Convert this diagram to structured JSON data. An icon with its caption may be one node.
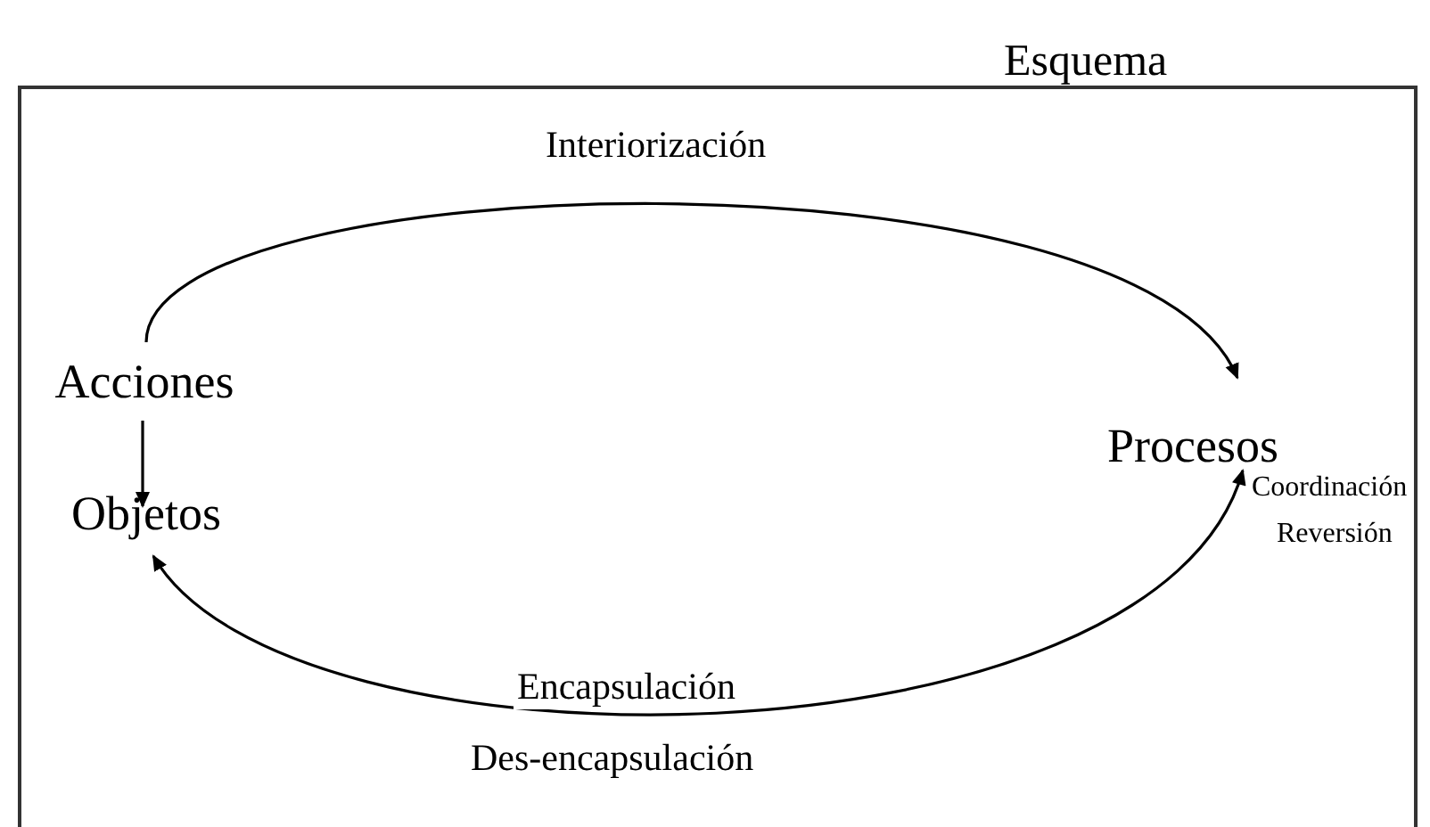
{
  "diagram": {
    "nodes": [
      {
        "text": [
          "Esquema"
        ]
      },
      {
        "text": [
          "Acciones"
        ],
        "in": 0
      },
      {
        "text": [
          "Procesos"
        ],
        "in": 0,
        "beside": [
          "Coordinación",
          "Reversión"
        ]
      },
      {
        "text": [
          "Objetos"
        ],
        "in": 0
      }
    ],
    "edges": [
      {
        "from": 1,
        "to": 2,
        "arrow": "to",
        "label": "Interiorización"
      },
      {
        "from": 1,
        "to": 3,
        "arrow": "to"
      },
      {
        "from": 2,
        "to": 3,
        "arrow": "both",
        "label": "Encapsulación"
      }
    ],
    "labels": [
      "Des-encapsulación"
    ]
  }
}
